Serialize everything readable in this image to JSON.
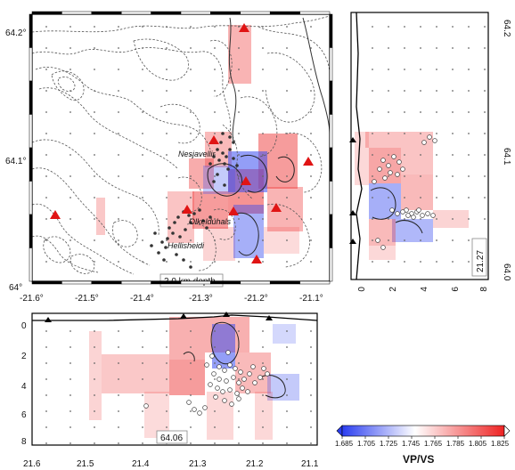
{
  "map_panel": {
    "lat_ticks": [
      "64.2°",
      "64.1°",
      "64°"
    ],
    "lon_ticks": [
      "-21.6°",
      "-21.5°",
      "-21.4°",
      "-21.3°",
      "-21.2°",
      "-21.1°"
    ],
    "place_names": [
      "Nesjavellir",
      "Olkelduhals",
      "Hellisheidi"
    ],
    "depth_label": "2.0 km depth"
  },
  "ns_section": {
    "lat_ticks": [
      "64.2",
      "64.1",
      "64.0"
    ],
    "depth_ticks": [
      "0",
      "2",
      "4",
      "6",
      "8"
    ],
    "longitude_label": "21.27"
  },
  "ew_section": {
    "depth_ticks": [
      "0",
      "2",
      "4",
      "6",
      "8"
    ],
    "lon_ticks": [
      "21.6",
      "21.5",
      "21.4",
      "21.3",
      "21.2",
      "21.1"
    ],
    "latitude_label": "64.06"
  },
  "colorbar": {
    "ticks": [
      "1.685",
      "1.705",
      "1.725",
      "1.745",
      "1.765",
      "1.785",
      "1.805",
      "1.825"
    ],
    "title": "VP/VS",
    "low_color": "#2a3df0",
    "mid_color": "#ffffff",
    "high_color": "#ee2222"
  },
  "colors": {
    "station": "#e01414",
    "seismicity": "#333333"
  }
}
